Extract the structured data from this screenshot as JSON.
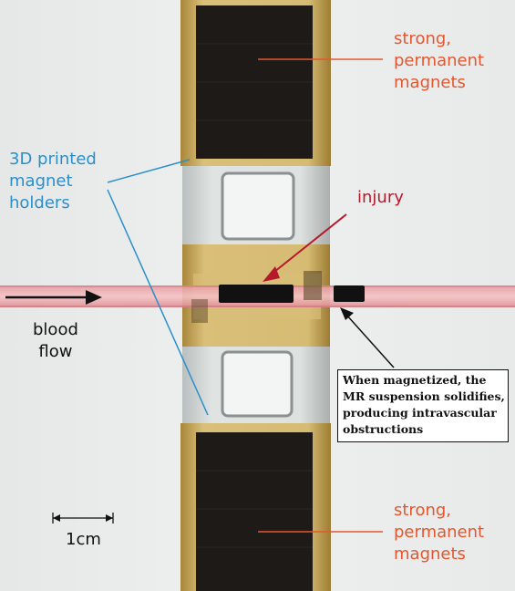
{
  "labels": {
    "top_magnets": [
      "strong,",
      "permanent",
      "magnets"
    ],
    "bottom_magnets": [
      "strong,",
      "permanent",
      "magnets"
    ],
    "holders": [
      "3D printed",
      "magnet",
      "holders"
    ],
    "injury": "injury",
    "blood_flow": [
      "blood",
      "flow"
    ],
    "scale": "1cm",
    "callout": [
      "When magnetized, the",
      "MR suspension solidifies,",
      "producing intravascular",
      "obstructions"
    ]
  },
  "colors": {
    "magnet_label": "#e4572e",
    "holder_label": "#2a8fc9",
    "injury_label": "#b5192c",
    "tube": "#f2b3b6",
    "holder_frame": "#c9a95c"
  }
}
